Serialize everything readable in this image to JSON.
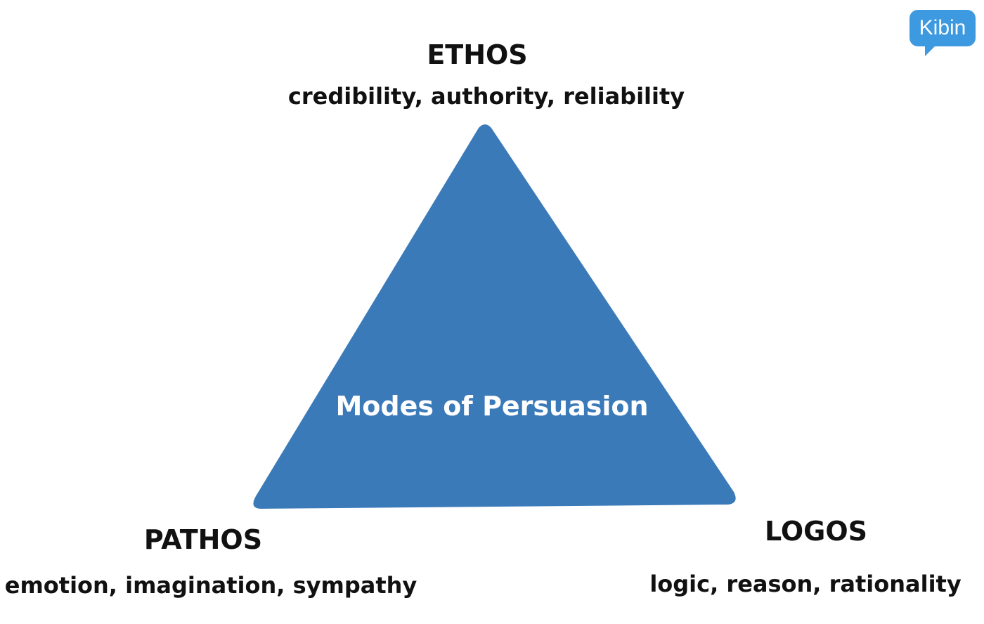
{
  "diagram": {
    "center_label": "Modes of Persuasion",
    "triangle_color": "#3b7ab9",
    "center_label_color": "#ffffff",
    "vertices": [
      {
        "id": "ethos",
        "title": "ETHOS",
        "description": "credibility, authority, reliability"
      },
      {
        "id": "pathos",
        "title": "PATHOS",
        "description": "emotion, imagination, sympathy"
      },
      {
        "id": "logos",
        "title": "LOGOS",
        "description": "logic, reason, rationality"
      }
    ]
  },
  "logo": {
    "text": "Kibin",
    "color": "#3d9ae0"
  }
}
